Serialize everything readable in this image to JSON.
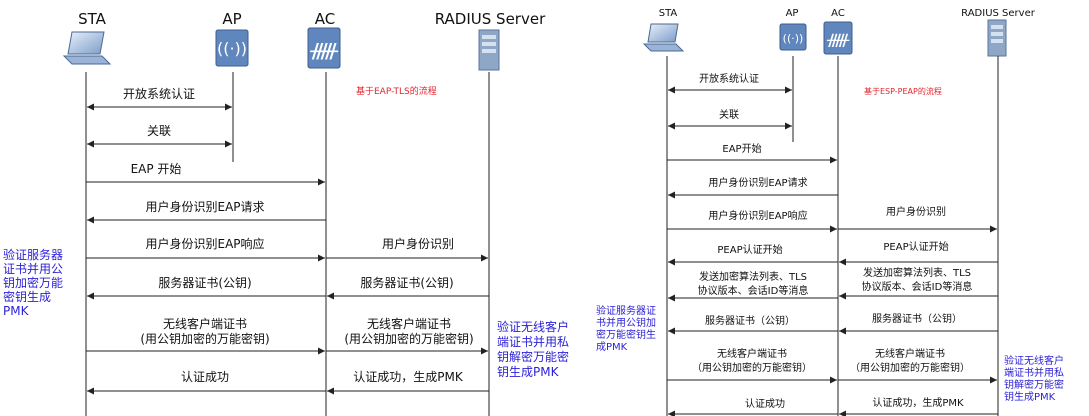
{
  "colors": {
    "line": "#222222",
    "text": "#111111",
    "caption": "#e0262e",
    "note": "#2a1fd6",
    "device": "#6a8fc0"
  },
  "left": {
    "caption": "基于EAP-TLS的流程",
    "entities": {
      "sta": "STA",
      "ap": "AP",
      "ac": "AC",
      "radius": "RADIUS Server"
    },
    "messages": [
      "开放系统认证",
      "关联",
      "EAP 开始",
      "用户身份识别EAP请求",
      "用户身份识别EAP响应",
      "用户身份识别",
      "服务器证书(公钥)",
      "服务器证书(公钥)",
      "无线客户端证书",
      "(用公钥加密的万能密钥)",
      "无线客户端证书",
      "(用公钥加密的万能密钥)",
      "认证成功",
      "认证成功，生成PMK"
    ],
    "notes": {
      "sta_note": [
        "验证服务器",
        "证书并用公",
        "钥加密万能",
        "密钥生成",
        "PMK"
      ],
      "radius_note": [
        "验证无线客户",
        "端证书并用私",
        "钥解密万能密",
        "钥生成PMK"
      ]
    }
  },
  "right": {
    "caption": "基于ESP-PEAP的流程",
    "entities": {
      "sta": "STA",
      "ap": "AP",
      "ac": "AC",
      "radius": "RADIUS Server"
    },
    "messages": [
      "开放系统认证",
      "关联",
      "EAP开始",
      "用户身份识别EAP请求",
      "用户身份识别EAP响应",
      "用户身份识别",
      "PEAP认证开始",
      "PEAP认证开始",
      "发送加密算法列表、TLS",
      "协议版本、会话ID等消息",
      "发送加密算法列表、TLS",
      "协议版本、会话ID等消息",
      "服务器证书（公钥）",
      "服务器证书（公钥）",
      "无线客户端证书",
      "（用公钥加密的万能密钥）",
      "无线客户端证书",
      "（用公钥加密的万能密钥）",
      "认证成功",
      "认证成功，生成PMK"
    ],
    "notes": {
      "sta_note": [
        "验证服务器证",
        "书并用公钥加",
        "密万能密钥生",
        "成PMK"
      ],
      "radius_note": [
        "验证无线客户",
        "端证书并用私",
        "钥解密万能密",
        "钥生成PMK"
      ]
    }
  }
}
